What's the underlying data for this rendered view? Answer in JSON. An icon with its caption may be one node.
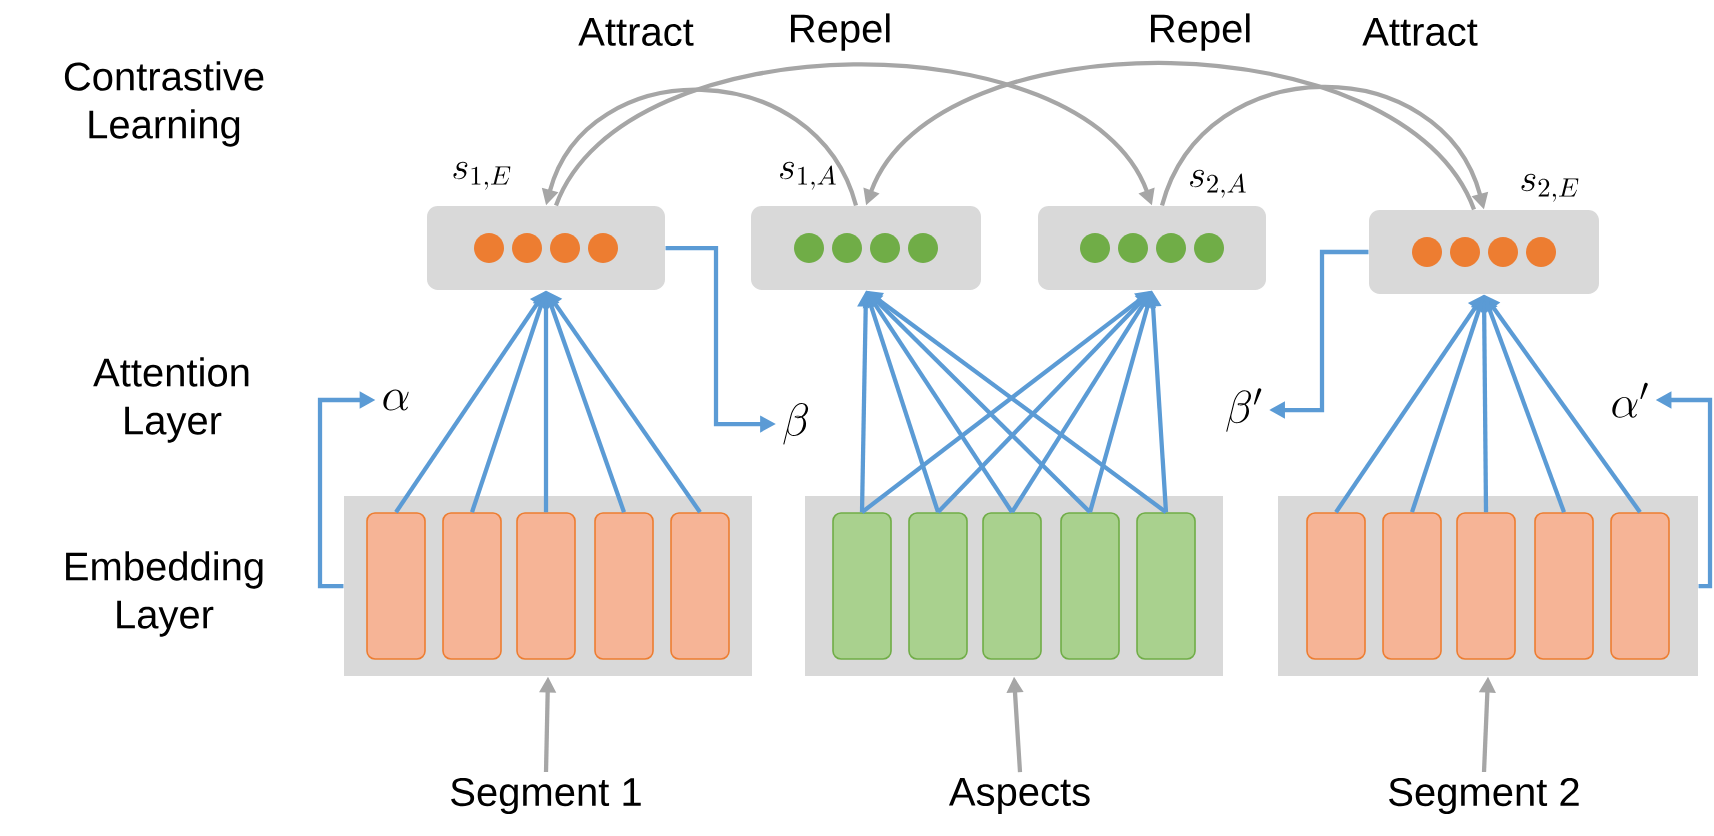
{
  "diagram": {
    "nodes": [
      {
        "text": [
          "s_{1,E}"
        ]
      },
      {
        "text": [
          "s_{1,A}"
        ]
      },
      {
        "text": [
          "s_{2,A}"
        ]
      },
      {
        "text": [
          "s_{2,E}"
        ]
      },
      {
        "text": [],
        "shape": "box"
      },
      {
        "text": [],
        "shape": "box"
      },
      {
        "text": [],
        "shape": "box"
      },
      {
        "text": [],
        "shape": "box",
        "in": 4
      },
      {
        "text": [],
        "shape": "box",
        "in": 4
      },
      {
        "text": [],
        "shape": "box",
        "in": 4
      },
      {
        "text": [],
        "shape": "box",
        "in": 4
      },
      {
        "text": [],
        "shape": "box",
        "in": 4
      },
      {
        "text": [],
        "shape": "box",
        "in": 5
      },
      {
        "text": [],
        "shape": "box",
        "in": 5
      },
      {
        "text": [],
        "shape": "box",
        "in": 5
      },
      {
        "text": [],
        "shape": "box",
        "in": 5
      },
      {
        "text": [],
        "shape": "box",
        "in": 5
      },
      {
        "text": [],
        "shape": "box",
        "in": 6
      },
      {
        "text": [],
        "shape": "box",
        "in": 6
      },
      {
        "text": [],
        "shape": "box",
        "in": 6
      },
      {
        "text": [],
        "shape": "box",
        "in": 6
      },
      {
        "text": [],
        "shape": "box",
        "in": 6
      },
      {
        "text": [
          "Segment 1"
        ]
      },
      {
        "text": [
          "Aspects"
        ]
      },
      {
        "text": [
          "Segment 2"
        ]
      },
      {
        "text": [
          "\\alpha"
        ]
      },
      {
        "text": [
          "\\beta"
        ]
      },
      {
        "text": [
          "\\beta'"
        ]
      },
      {
        "text": [
          "\\alpha'"
        ]
      }
    ],
    "edges": [
      {
        "from": 7,
        "to": 0,
        "arrow": "to"
      },
      {
        "from": 8,
        "to": 0,
        "arrow": "to"
      },
      {
        "from": 9,
        "to": 0,
        "arrow": "to"
      },
      {
        "from": 10,
        "to": 0,
        "arrow": "to"
      },
      {
        "from": 11,
        "to": 0,
        "arrow": "to"
      },
      {
        "from": 12,
        "to": 1,
        "arrow": "to"
      },
      {
        "from": 13,
        "to": 1,
        "arrow": "to"
      },
      {
        "from": 14,
        "to": 1,
        "arrow": "to"
      },
      {
        "from": 15,
        "to": 1,
        "arrow": "to"
      },
      {
        "from": 16,
        "to": 1,
        "arrow": "to"
      },
      {
        "from": 12,
        "to": 2,
        "arrow": "to"
      },
      {
        "from": 13,
        "to": 2,
        "arrow": "to"
      },
      {
        "from": 14,
        "to": 2,
        "arrow": "to"
      },
      {
        "from": 15,
        "to": 2,
        "arrow": "to"
      },
      {
        "from": 16,
        "to": 2,
        "arrow": "to"
      },
      {
        "from": 17,
        "to": 3,
        "arrow": "to"
      },
      {
        "from": 18,
        "to": 3,
        "arrow": "to"
      },
      {
        "from": 19,
        "to": 3,
        "arrow": "to"
      },
      {
        "from": 20,
        "to": 3,
        "arrow": "to"
      },
      {
        "from": 21,
        "to": 3,
        "arrow": "to"
      },
      {
        "from": 4,
        "to": 25,
        "arrow": "to"
      },
      {
        "from": 0,
        "to": 26,
        "arrow": "to"
      },
      {
        "from": 3,
        "to": 27,
        "arrow": "to"
      },
      {
        "from": 6,
        "to": 28,
        "arrow": "to"
      },
      {
        "from": 22,
        "to": 4,
        "arrow": "to",
        "color": "#a6a6a6"
      },
      {
        "from": 23,
        "to": 5,
        "arrow": "to",
        "color": "#a6a6a6"
      },
      {
        "from": 24,
        "to": 6,
        "arrow": "to",
        "color": "#a6a6a6"
      },
      {
        "from": 1,
        "to": 0,
        "arrow": "to",
        "label": "Attract",
        "color": "#a6a6a6"
      },
      {
        "from": 0,
        "to": 2,
        "arrow": "to",
        "label": "Repel",
        "color": "#a6a6a6"
      },
      {
        "from": 3,
        "to": 1,
        "arrow": "to",
        "label": "Repel",
        "color": "#a6a6a6"
      },
      {
        "from": 2,
        "to": 3,
        "arrow": "to",
        "label": "Attract",
        "color": "#a6a6a6"
      }
    ],
    "labels": [
      "Contrastive Learning",
      "Attention Layer",
      "Embedding Layer"
    ]
  }
}
